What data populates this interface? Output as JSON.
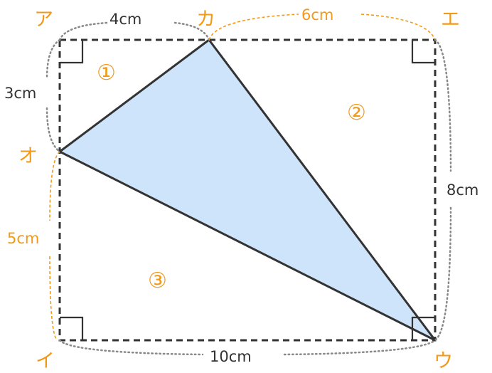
{
  "vertices": {
    "a": "ア",
    "i": "イ",
    "u": "ウ",
    "e": "エ",
    "o": "オ",
    "ka": "カ"
  },
  "measurements": {
    "a_ka": "4cm",
    "ka_e": "6cm",
    "a_o": "3cm",
    "o_i": "5cm",
    "e_u": "8cm",
    "i_u": "10cm"
  },
  "regions": {
    "r1": "①",
    "r2": "②",
    "r3": "③"
  },
  "colors": {
    "triangle_fill": "#cde4fb",
    "stroke": "#333333",
    "accent": "#f29a18",
    "dotted": "#888888"
  }
}
